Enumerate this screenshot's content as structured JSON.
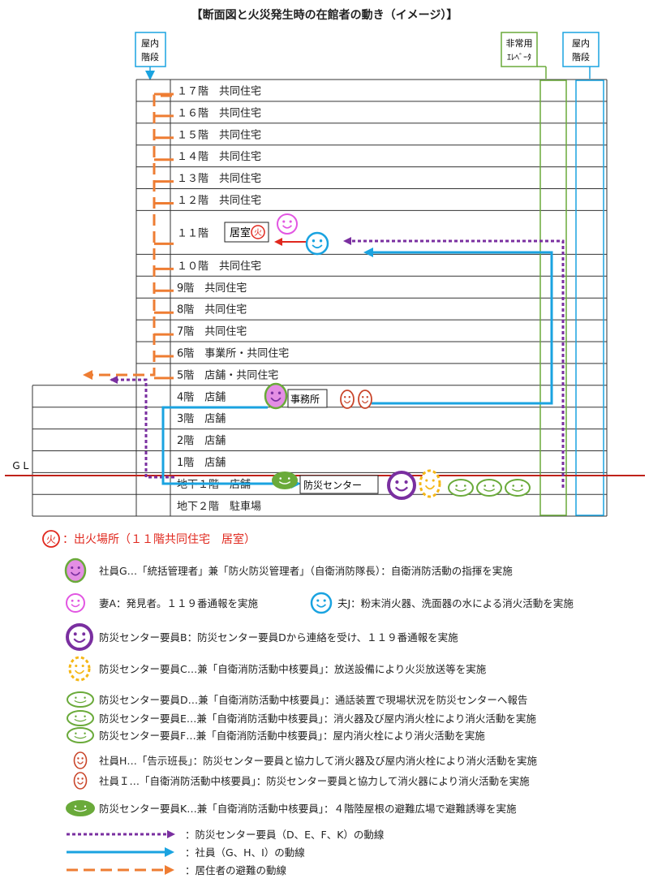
{
  "title": "【断面図と火災発生時の在館者の動き（イメージ）】",
  "labels": {
    "stair_left": [
      "屋内",
      "階段"
    ],
    "elevator": [
      "非常用",
      "ｴﾚﾍﾞｰﾀ"
    ],
    "stair_right": [
      "屋内",
      "階段"
    ],
    "gl": "ＧＬ",
    "room": "居室",
    "fire_glyph": "火",
    "office": "事務所",
    "disaster_center": "防災センター"
  },
  "floors": [
    "１７階　共同住宅",
    "１６階　共同住宅",
    "１５階　共同住宅",
    "１４階　共同住宅",
    "１３階　共同住宅",
    "１２階　共同住宅",
    "１１階",
    "１０階　共同住宅",
    "9階　共同住宅",
    "8階　共同住宅",
    "7階　共同住宅",
    "6階　事業所・共同住宅",
    "5階　店舗・共同住宅",
    "4階　店舗",
    "3階　店舗",
    "2階　店舗",
    "1階　店舗",
    "地下１階　店舗",
    "地下２階　駐車場"
  ],
  "fire_legend": "：出火場所（１１階共同住宅　居室）",
  "legend": [
    {
      "text": "社員G…「統括管理者」兼「防火防災管理者」（自衛消防隊長）：自衛消防活動の指揮を実施"
    },
    {
      "text": "妻A：発見者。１１９番通報を実施"
    },
    {
      "text": "夫J：粉末消火器、洗面器の水による消火活動を実施"
    },
    {
      "text": "防災センター要員B：防災センター要員Dから連絡を受け、１１９番通報を実施"
    },
    {
      "text": "防災センター要員C…兼「自衛消防活動中核要員」：放送設備により火災放送等を実施"
    },
    {
      "text": "防災センター要員D…兼「自衛消防活動中核要員」：通話装置で現場状況を防災センターへ報告"
    },
    {
      "text": "防災センター要員E…兼「自衛消防活動中核要員」：消火器及び屋内消火栓により消火活動を実施"
    },
    {
      "text": "防災センター要員F…兼「自衛消防活動中核要員」：屋内消火栓により消火活動を実施"
    },
    {
      "text": "社員H…「告示班長」：防災センター要員と協力して消火器及び屋内消火栓により消火活動を実施"
    },
    {
      "text": "社員Ｉ…「自衛消防活動中核要員」：防災センター要員と協力して消火器により消火活動を実施"
    },
    {
      "text": "防災センター要員K…兼「自衛消防活動中核要員」：４階陸屋根の避難広場で避難誘導を実施"
    }
  ],
  "line_legend": [
    {
      "text": "：防災センター要員（D、E、F、K）の動線"
    },
    {
      "text": "：社員（G、H、I）の動線"
    },
    {
      "text": "：居住者の避難の動線"
    }
  ],
  "colors": {
    "purple": "#7a2fa0",
    "blue": "#1aa3e0",
    "orange": "#ee7d33",
    "green": "#6aaa3a",
    "pink": "#e256e2",
    "red": "#e0281e",
    "brown": "#c9452a",
    "yellow": "#f5b716",
    "gl_line": "#c0221a"
  }
}
